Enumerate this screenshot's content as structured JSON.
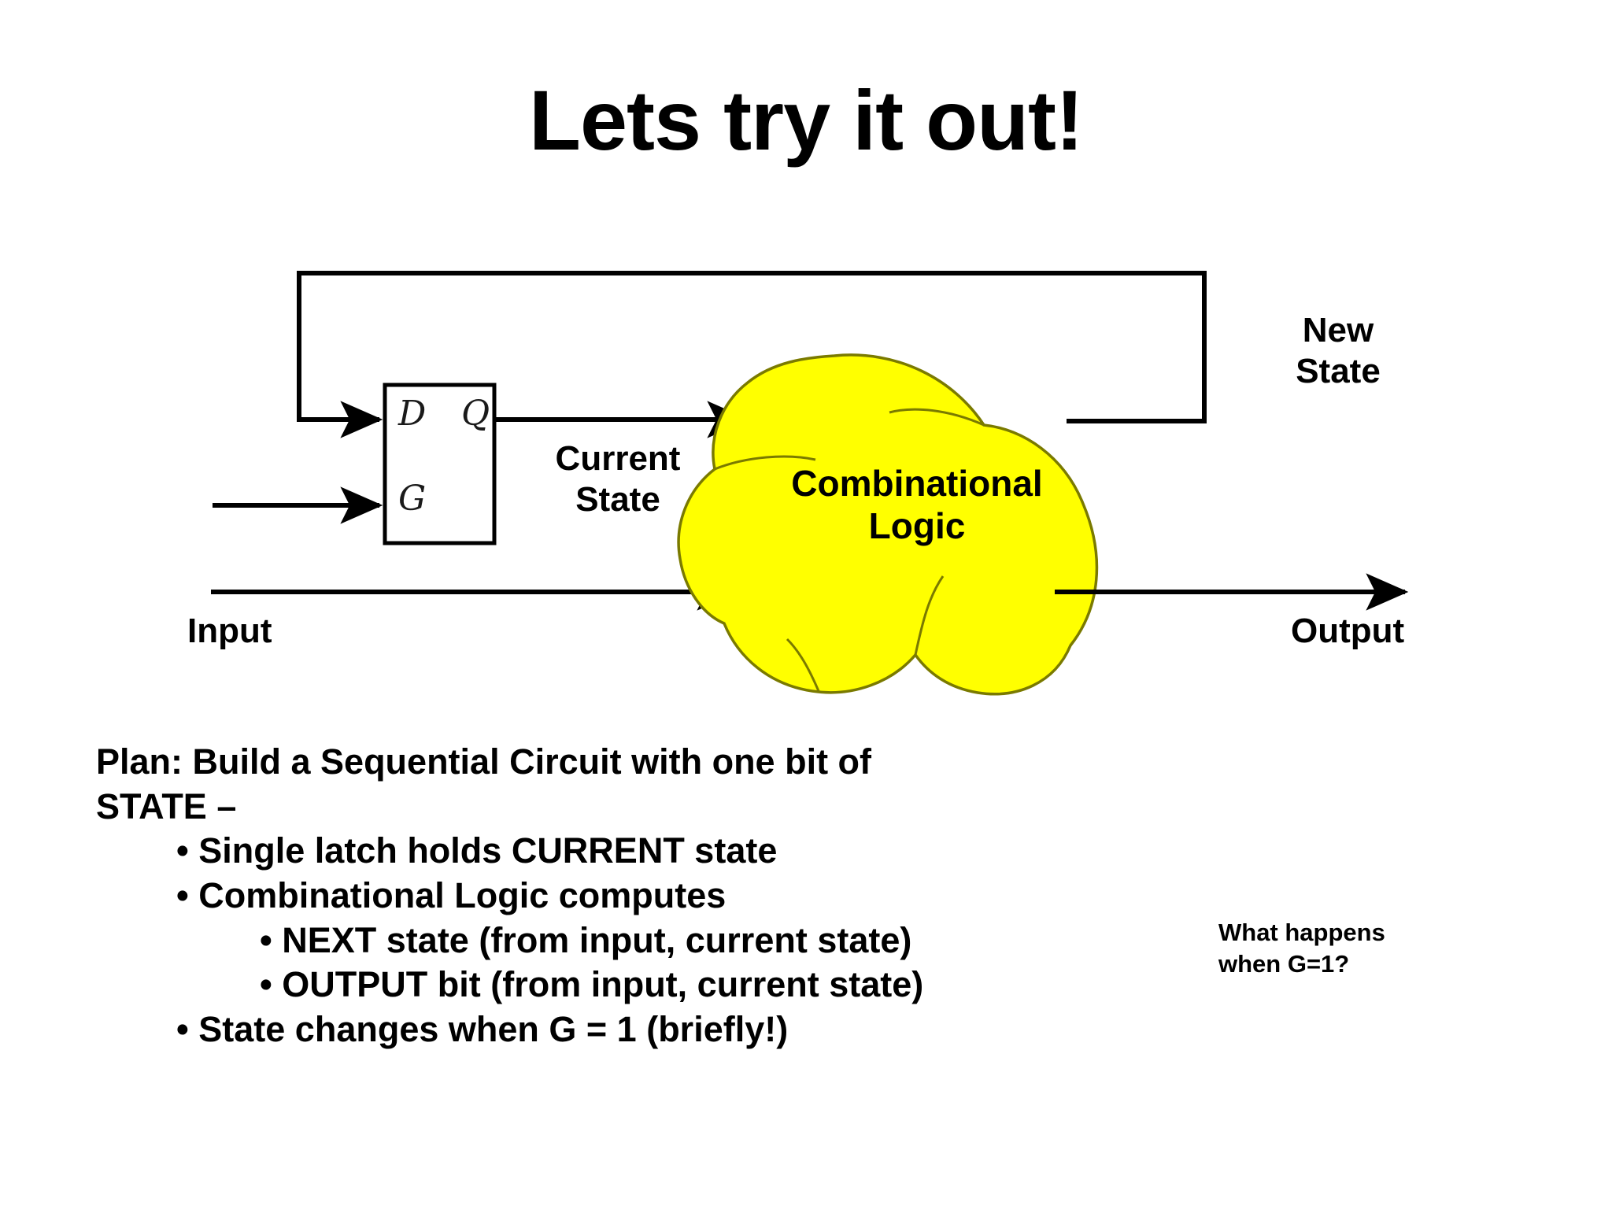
{
  "slide": {
    "title": "Lets try it out!",
    "background_color": "#ffffff",
    "text_color": "#000000"
  },
  "diagram": {
    "blob_fill_color": "#FFFF00",
    "blob_stroke_color": "#7a7a00",
    "line_color": "#000000",
    "latch": {
      "port_d": "D",
      "port_q": "Q",
      "port_g": "G"
    },
    "labels": {
      "new_state": "New\nState",
      "new_state_line1": "New",
      "new_state_line2": "State",
      "current_state_line1": "Current",
      "current_state_line2": "State",
      "combinational_line1": "Combinational",
      "combinational_line2": "Logic",
      "input": "Input",
      "output": "Output"
    }
  },
  "body": {
    "plan_line1": "Plan: Build a Sequential Circuit with one bit of",
    "plan_line2": "STATE –",
    "bullet_char": "•",
    "bullets": [
      {
        "level": 1,
        "text": "Single latch holds CURRENT state"
      },
      {
        "level": 1,
        "text": "Combinational Logic computes"
      },
      {
        "level": 2,
        "text": "NEXT state (from input, current state)"
      },
      {
        "level": 2,
        "text": "OUTPUT bit (from input, current state)"
      },
      {
        "level": 1,
        "text": "State changes when G = 1 (briefly!)"
      }
    ]
  },
  "side_note": {
    "line1": "What happens",
    "line2": "when G=1?"
  }
}
